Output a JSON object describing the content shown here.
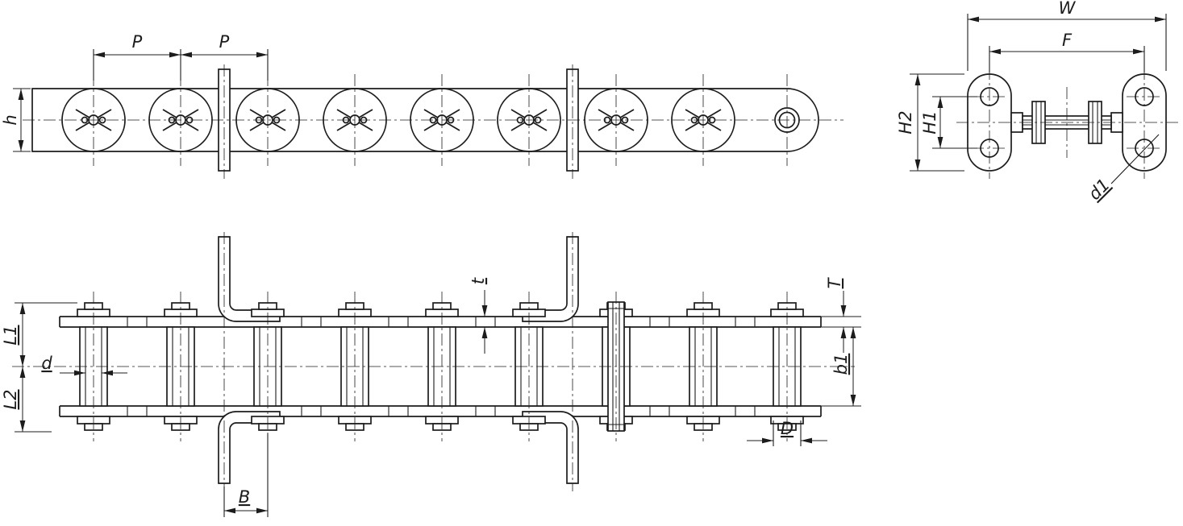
{
  "drawing": {
    "type": "technical drawing - roller conveyor chain with bent attachments",
    "background": "#ffffff",
    "line_color": "#1c1c1c",
    "views": {
      "side_view": {
        "title": "side elevation",
        "dims": {
          "pitch_1": "P",
          "pitch_2": "P",
          "plate_height": "h"
        }
      },
      "end_view": {
        "title": "attachment link cross-section",
        "dims": {
          "overall_width": "W",
          "hole_span": "F",
          "attachment_height": "H2",
          "hole_row_spacing": "H1",
          "hole_diameter": "d1"
        }
      },
      "plan_view": {
        "title": "plan view",
        "dims": {
          "center_to_pin_end_top": "L1",
          "center_to_pin_end_bottom": "L2",
          "pin_diameter": "d",
          "plate_thickness": "t",
          "attachment_thickness": "T",
          "inner_width": "b1",
          "roller_diameter": "D",
          "bend_to_hole": "B"
        }
      }
    }
  }
}
